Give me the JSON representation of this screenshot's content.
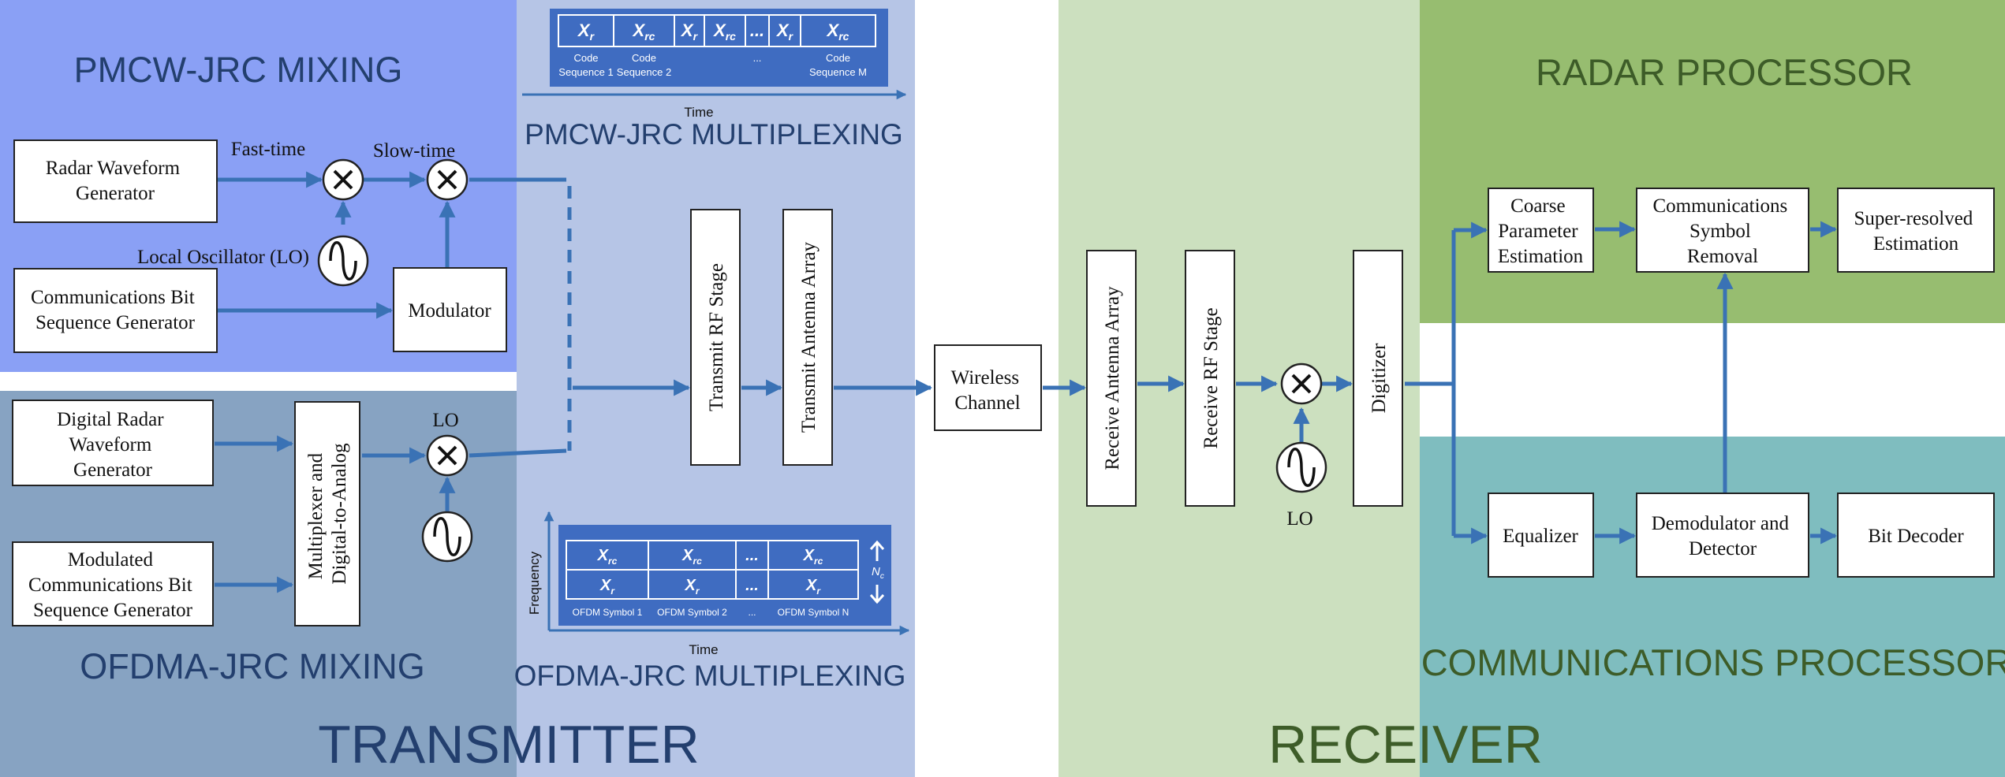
{
  "regions": {
    "pmcw_mixing": "PMCW-JRC MIXING",
    "pmcw_multiplexing": "PMCW-JRC MULTIPLEXING",
    "ofdma_mixing": "OFDMA-JRC MIXING",
    "ofdma_multiplexing": "OFDMA-JRC MULTIPLEXING",
    "transmitter": "TRANSMITTER",
    "receiver": "RECEIVER",
    "radar_processor": "RADAR PROCESSOR",
    "comms_processor": "COMMUNICATIONS PROCESSOR"
  },
  "blocks": {
    "radar_waveform_generator": [
      "Radar Waveform",
      "Generator"
    ],
    "comms_bit_sequence_generator": [
      "Communications Bit",
      "Sequence Generator"
    ],
    "modulator": [
      "Modulator"
    ],
    "digital_radar_waveform_generator": [
      "Digital Radar",
      "Waveform",
      "Generator"
    ],
    "modulated_comms_generator": [
      "Modulated",
      "Communications Bit",
      "Sequence Generator"
    ],
    "multiplexer_dac": [
      "Multiplexer and",
      "Digital-to-Analog"
    ],
    "transmit_rf_stage": [
      "Transmit RF Stage"
    ],
    "transmit_antenna_array": [
      "Transmit Antenna Array"
    ],
    "wireless_channel": [
      "Wireless",
      "Channel"
    ],
    "receive_antenna_array": [
      "Receive Antenna Array"
    ],
    "receive_rf_stage": [
      "Receive RF Stage"
    ],
    "digitizer": [
      "Digitizer"
    ],
    "coarse_parameter_estimation": [
      "Coarse",
      "Parameter",
      "Estimation"
    ],
    "comms_symbol_removal": [
      "Communications",
      "Symbol",
      "Removal"
    ],
    "super_resolved_estimation": [
      "Super-resolved",
      "Estimation"
    ],
    "equalizer": [
      "Equalizer"
    ],
    "demodulator_detector": [
      "Demodulator and",
      "Detector"
    ],
    "bit_decoder": [
      "Bit Decoder"
    ]
  },
  "labels": {
    "fast_time": "Fast-time",
    "slow_time": "Slow-time",
    "local_oscillator": "Local Oscillator (LO)",
    "lo_tx": "LO",
    "lo_rx": "LO"
  },
  "pmcw_inset": {
    "time_label": "Time",
    "cells": [
      {
        "sym": "X",
        "sub": "r",
        "caption": [
          "Code",
          "Sequence 1"
        ]
      },
      {
        "sym": "X",
        "sub": "rc",
        "caption": [
          "Code",
          "Sequence 2"
        ]
      },
      {
        "sym": "X",
        "sub": "r",
        "caption": []
      },
      {
        "sym": "X",
        "sub": "rc",
        "caption": []
      },
      {
        "sym": "...",
        "sub": "",
        "caption": [
          "..."
        ]
      },
      {
        "sym": "X",
        "sub": "r",
        "caption": []
      },
      {
        "sym": "X",
        "sub": "rc",
        "caption": [
          "Code",
          "Sequence M"
        ]
      }
    ]
  },
  "ofdma_inset": {
    "time_label": "Time",
    "frequency_label": "Frequency",
    "nc_label": "N",
    "nc_sub": "c",
    "row1": [
      {
        "sym": "X",
        "sub": "rc"
      },
      {
        "sym": "X",
        "sub": "rc"
      },
      {
        "sym": "...",
        "sub": ""
      },
      {
        "sym": "X",
        "sub": "rc"
      }
    ],
    "row2": [
      {
        "sym": "X",
        "sub": "r"
      },
      {
        "sym": "X",
        "sub": "r"
      },
      {
        "sym": "...",
        "sub": ""
      },
      {
        "sym": "X",
        "sub": "r"
      }
    ],
    "captions": [
      "OFDM Symbol 1",
      "OFDM Symbol 2",
      "...",
      "OFDM Symbol N"
    ]
  },
  "colors": {
    "pmcw_mixing_bg": "#8aa0f5",
    "tx_multiplexing_bg": "#b6c5e6",
    "ofdma_mixing_bg": "#87a3c2",
    "receiver_bg": "#cce0bf",
    "radar_processor_bg": "#97bd70",
    "comms_processor_bg": "#7fbdbf",
    "arrow": "#3a72b5",
    "inset_fill": "#3f6cc1",
    "region_text_blue": "#233f6e",
    "region_text_green": "#3d5c28"
  }
}
